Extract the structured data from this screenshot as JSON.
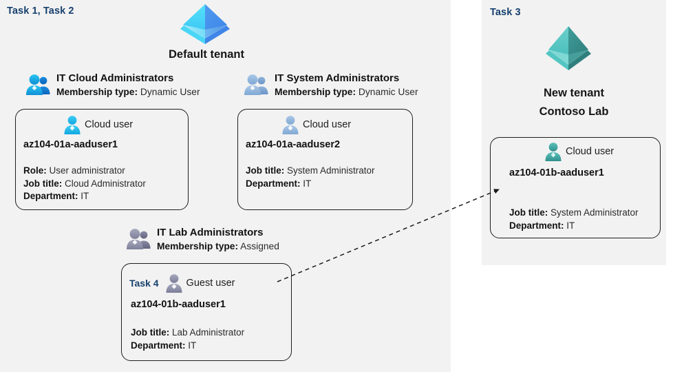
{
  "diagram": {
    "panels": {
      "left_task_tag": "Task 1, Task 2",
      "right_task_tag": "Task 3"
    },
    "tenants": [
      {
        "id": "default-tenant",
        "label": "Default tenant",
        "icon": "azure-ad-tenant-icon",
        "color": "#3fb9f0"
      },
      {
        "id": "new-tenant",
        "label_line1": "New  tenant",
        "label_line2": "Contoso Lab",
        "icon": "azure-ad-tenant-icon",
        "color": "#49b3ad"
      }
    ],
    "groups": [
      {
        "id": "it-cloud-administrators",
        "icon": "group-users-icon",
        "icon_color": "#1aa7e8",
        "title": "IT Cloud Administrators",
        "meta_label": "Membership type:",
        "meta_value": "Dynamic User"
      },
      {
        "id": "it-system-administrators",
        "icon": "group-users-icon",
        "icon_color": "#8fb4dd",
        "title": "IT System Administrators",
        "meta_label": "Membership type:",
        "meta_value": "Dynamic User"
      },
      {
        "id": "it-lab-administrators",
        "icon": "group-users-icon",
        "icon_color": "#8a8ca6",
        "title": "IT Lab Administrators",
        "meta_label": "Membership type:",
        "meta_value": "Assigned"
      }
    ],
    "cards": [
      {
        "id": "az104-01a-aaduser1",
        "task_tag": "",
        "user_type": "Cloud user",
        "user_icon": "cloud-user-icon",
        "user_icon_color": "#29b6e8",
        "name": "az104-01a-aaduser1",
        "fields": [
          {
            "label": "Role:",
            "value": "User administrator"
          },
          {
            "label": "Job title:",
            "value": "Cloud Administrator"
          },
          {
            "label": "Department:",
            "value": "IT"
          }
        ]
      },
      {
        "id": "az104-01a-aaduser2",
        "task_tag": "",
        "user_type": "Cloud user",
        "user_icon": "cloud-user-icon",
        "user_icon_color": "#93b8dd",
        "name": "az104-01a-aaduser2",
        "fields": [
          {
            "label": "Job title:",
            "value": "System Administrator"
          },
          {
            "label": "Department:",
            "value": "IT"
          }
        ]
      },
      {
        "id": "az104-01b-aaduser1-guest",
        "task_tag": "Task 4",
        "user_type": "Guest user",
        "user_icon": "guest-user-icon",
        "user_icon_color": "#9092aa",
        "name": "az104-01b-aaduser1",
        "fields": [
          {
            "label": "Job title:",
            "value": "Lab Administrator"
          },
          {
            "label": "Department:",
            "value": "IT"
          }
        ]
      },
      {
        "id": "az104-01b-aaduser1-cloud",
        "task_tag": "",
        "user_type": "Cloud user",
        "user_icon": "cloud-user-icon",
        "user_icon_color": "#3fa9a4",
        "name": "az104-01b-aaduser1",
        "fields": [
          {
            "label": "Job title:",
            "value": "System Administrator"
          },
          {
            "label": "Department:",
            "value": "IT"
          }
        ]
      }
    ],
    "connector": {
      "id": "guest-to-cloud-arrow",
      "style": "dashed",
      "from": "az104-01b-aaduser1-guest",
      "to": "az104-01b-aaduser1-cloud"
    },
    "colors": {
      "panel_bg": "#f2f2f2",
      "task_tag": "#17406d",
      "card_border": "#1d1d1d",
      "text": "#111111"
    }
  }
}
